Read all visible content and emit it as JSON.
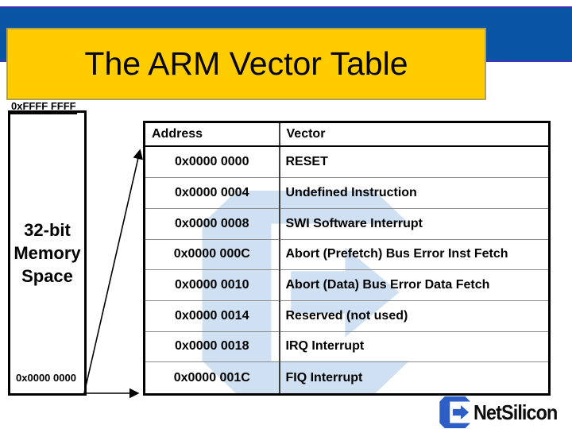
{
  "slide_title": "The ARM Vector Table",
  "memory_diagram": {
    "top_address": "0xFFFF FFFF",
    "bottom_address": "0x0000 0000",
    "label_lines": [
      "32-bit",
      "Memory",
      "Space"
    ]
  },
  "vector_table": {
    "headers": [
      "Address",
      "Vector"
    ],
    "rows": [
      [
        "0x0000 0000",
        "RESET"
      ],
      [
        "0x0000 0004",
        "Undefined Instruction"
      ],
      [
        "0x0000 0008",
        "SWI Software Interrupt"
      ],
      [
        "0x0000 000C",
        "Abort (Prefetch) Bus Error Inst Fetch"
      ],
      [
        "0x0000 0010",
        "Abort (Data) Bus Error Data Fetch"
      ],
      [
        "0x0000 0014",
        "Reserved (not used)"
      ],
      [
        "0x0000 0018",
        "IRQ Interrupt"
      ],
      [
        "0x0000 001C",
        "FIQ Interrupt"
      ]
    ]
  },
  "branding": {
    "wordmark": "NetSilicon",
    "mark_icon": "netsilicon-mark-icon",
    "watermark_icon": "netsilicon-watermark-icon"
  },
  "colors": {
    "top_bar": "#0a55a3",
    "top_bar_border": "#3c36b4",
    "title_bg": "#ffcc00",
    "title_border": "#b3a14f",
    "logo_blue": "#2d5ec6",
    "watermark_blue": "#cfe0f3"
  }
}
